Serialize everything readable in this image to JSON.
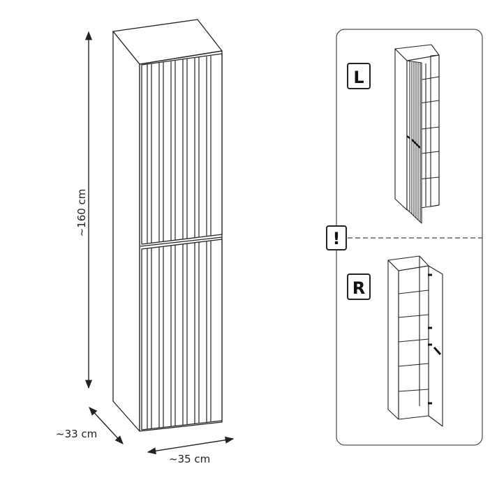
{
  "dimensions": {
    "height": "~160 cm",
    "depth": "~33 cm",
    "width": "~35 cm"
  },
  "variants": {
    "left": {
      "badge": "L"
    },
    "right": {
      "badge": "R"
    },
    "warning": {
      "badge": "!"
    }
  }
}
